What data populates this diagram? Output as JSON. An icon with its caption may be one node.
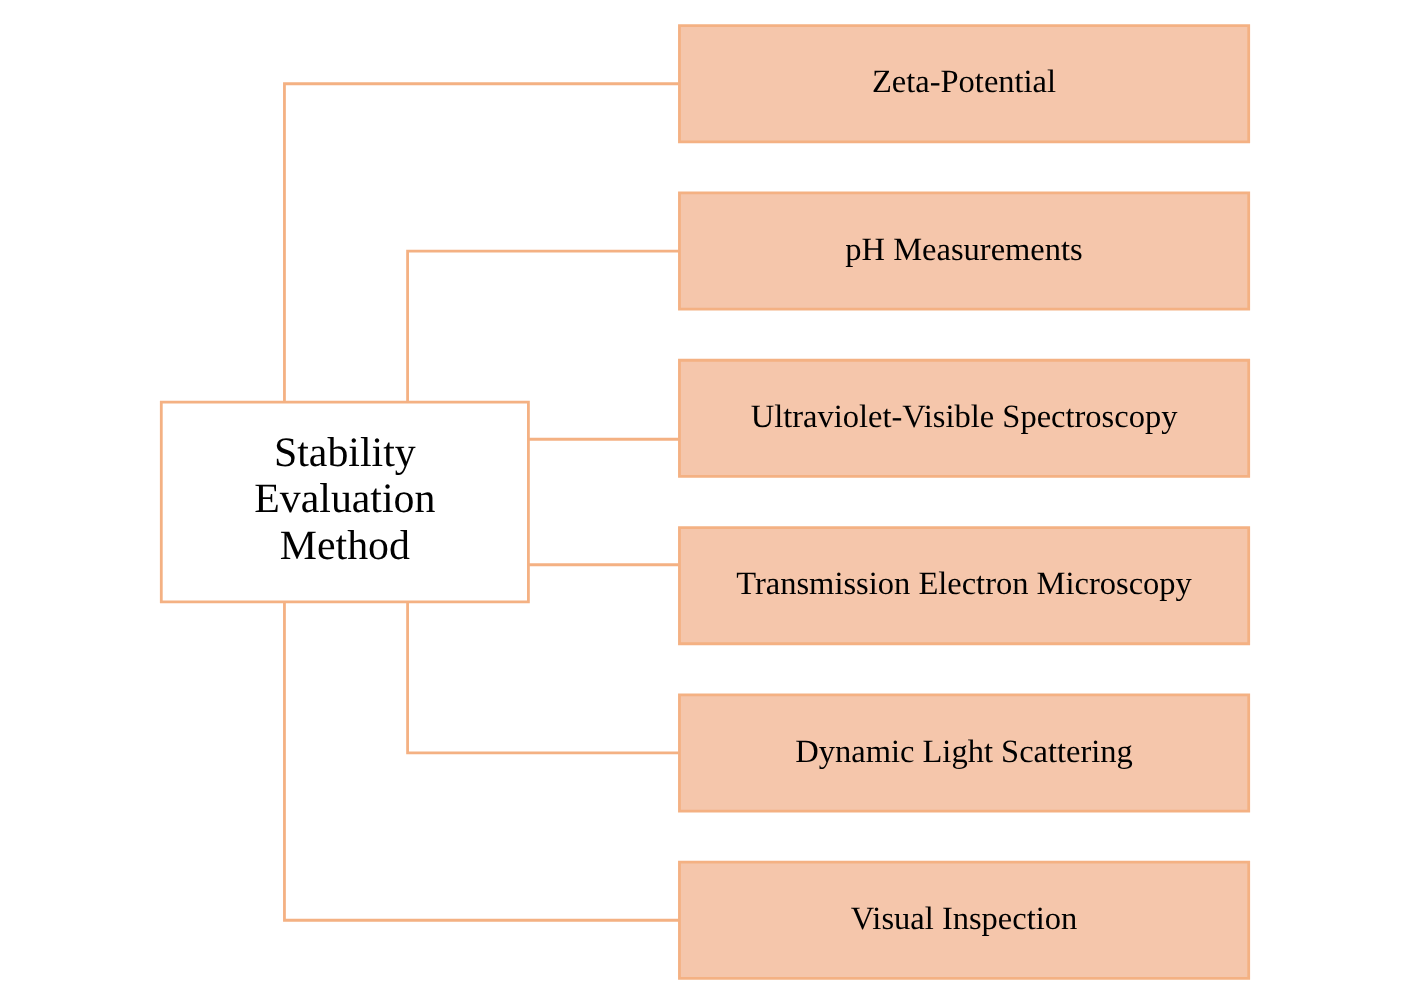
{
  "diagram": {
    "nodes": [
      {
        "text": [
          "Stability Evaluation Method"
        ]
      },
      {
        "text": [
          "Zeta-Potential"
        ]
      },
      {
        "text": [
          "pH Measurements"
        ]
      },
      {
        "text": [
          "Ultraviolet-Visible Spectroscopy"
        ]
      },
      {
        "text": [
          "Transmission Electron Microscopy"
        ]
      },
      {
        "text": [
          "Dynamic Light Scattering"
        ]
      },
      {
        "text": [
          "Visual Inspection"
        ]
      }
    ],
    "edges": [
      {
        "from": 0,
        "to": 1,
        "arrow": "none"
      },
      {
        "from": 0,
        "to": 2,
        "arrow": "none"
      },
      {
        "from": 0,
        "to": 3,
        "arrow": "none"
      },
      {
        "from": 0,
        "to": 4,
        "arrow": "none"
      },
      {
        "from": 0,
        "to": 5,
        "arrow": "none"
      },
      {
        "from": 0,
        "to": 6,
        "arrow": "none"
      }
    ]
  }
}
